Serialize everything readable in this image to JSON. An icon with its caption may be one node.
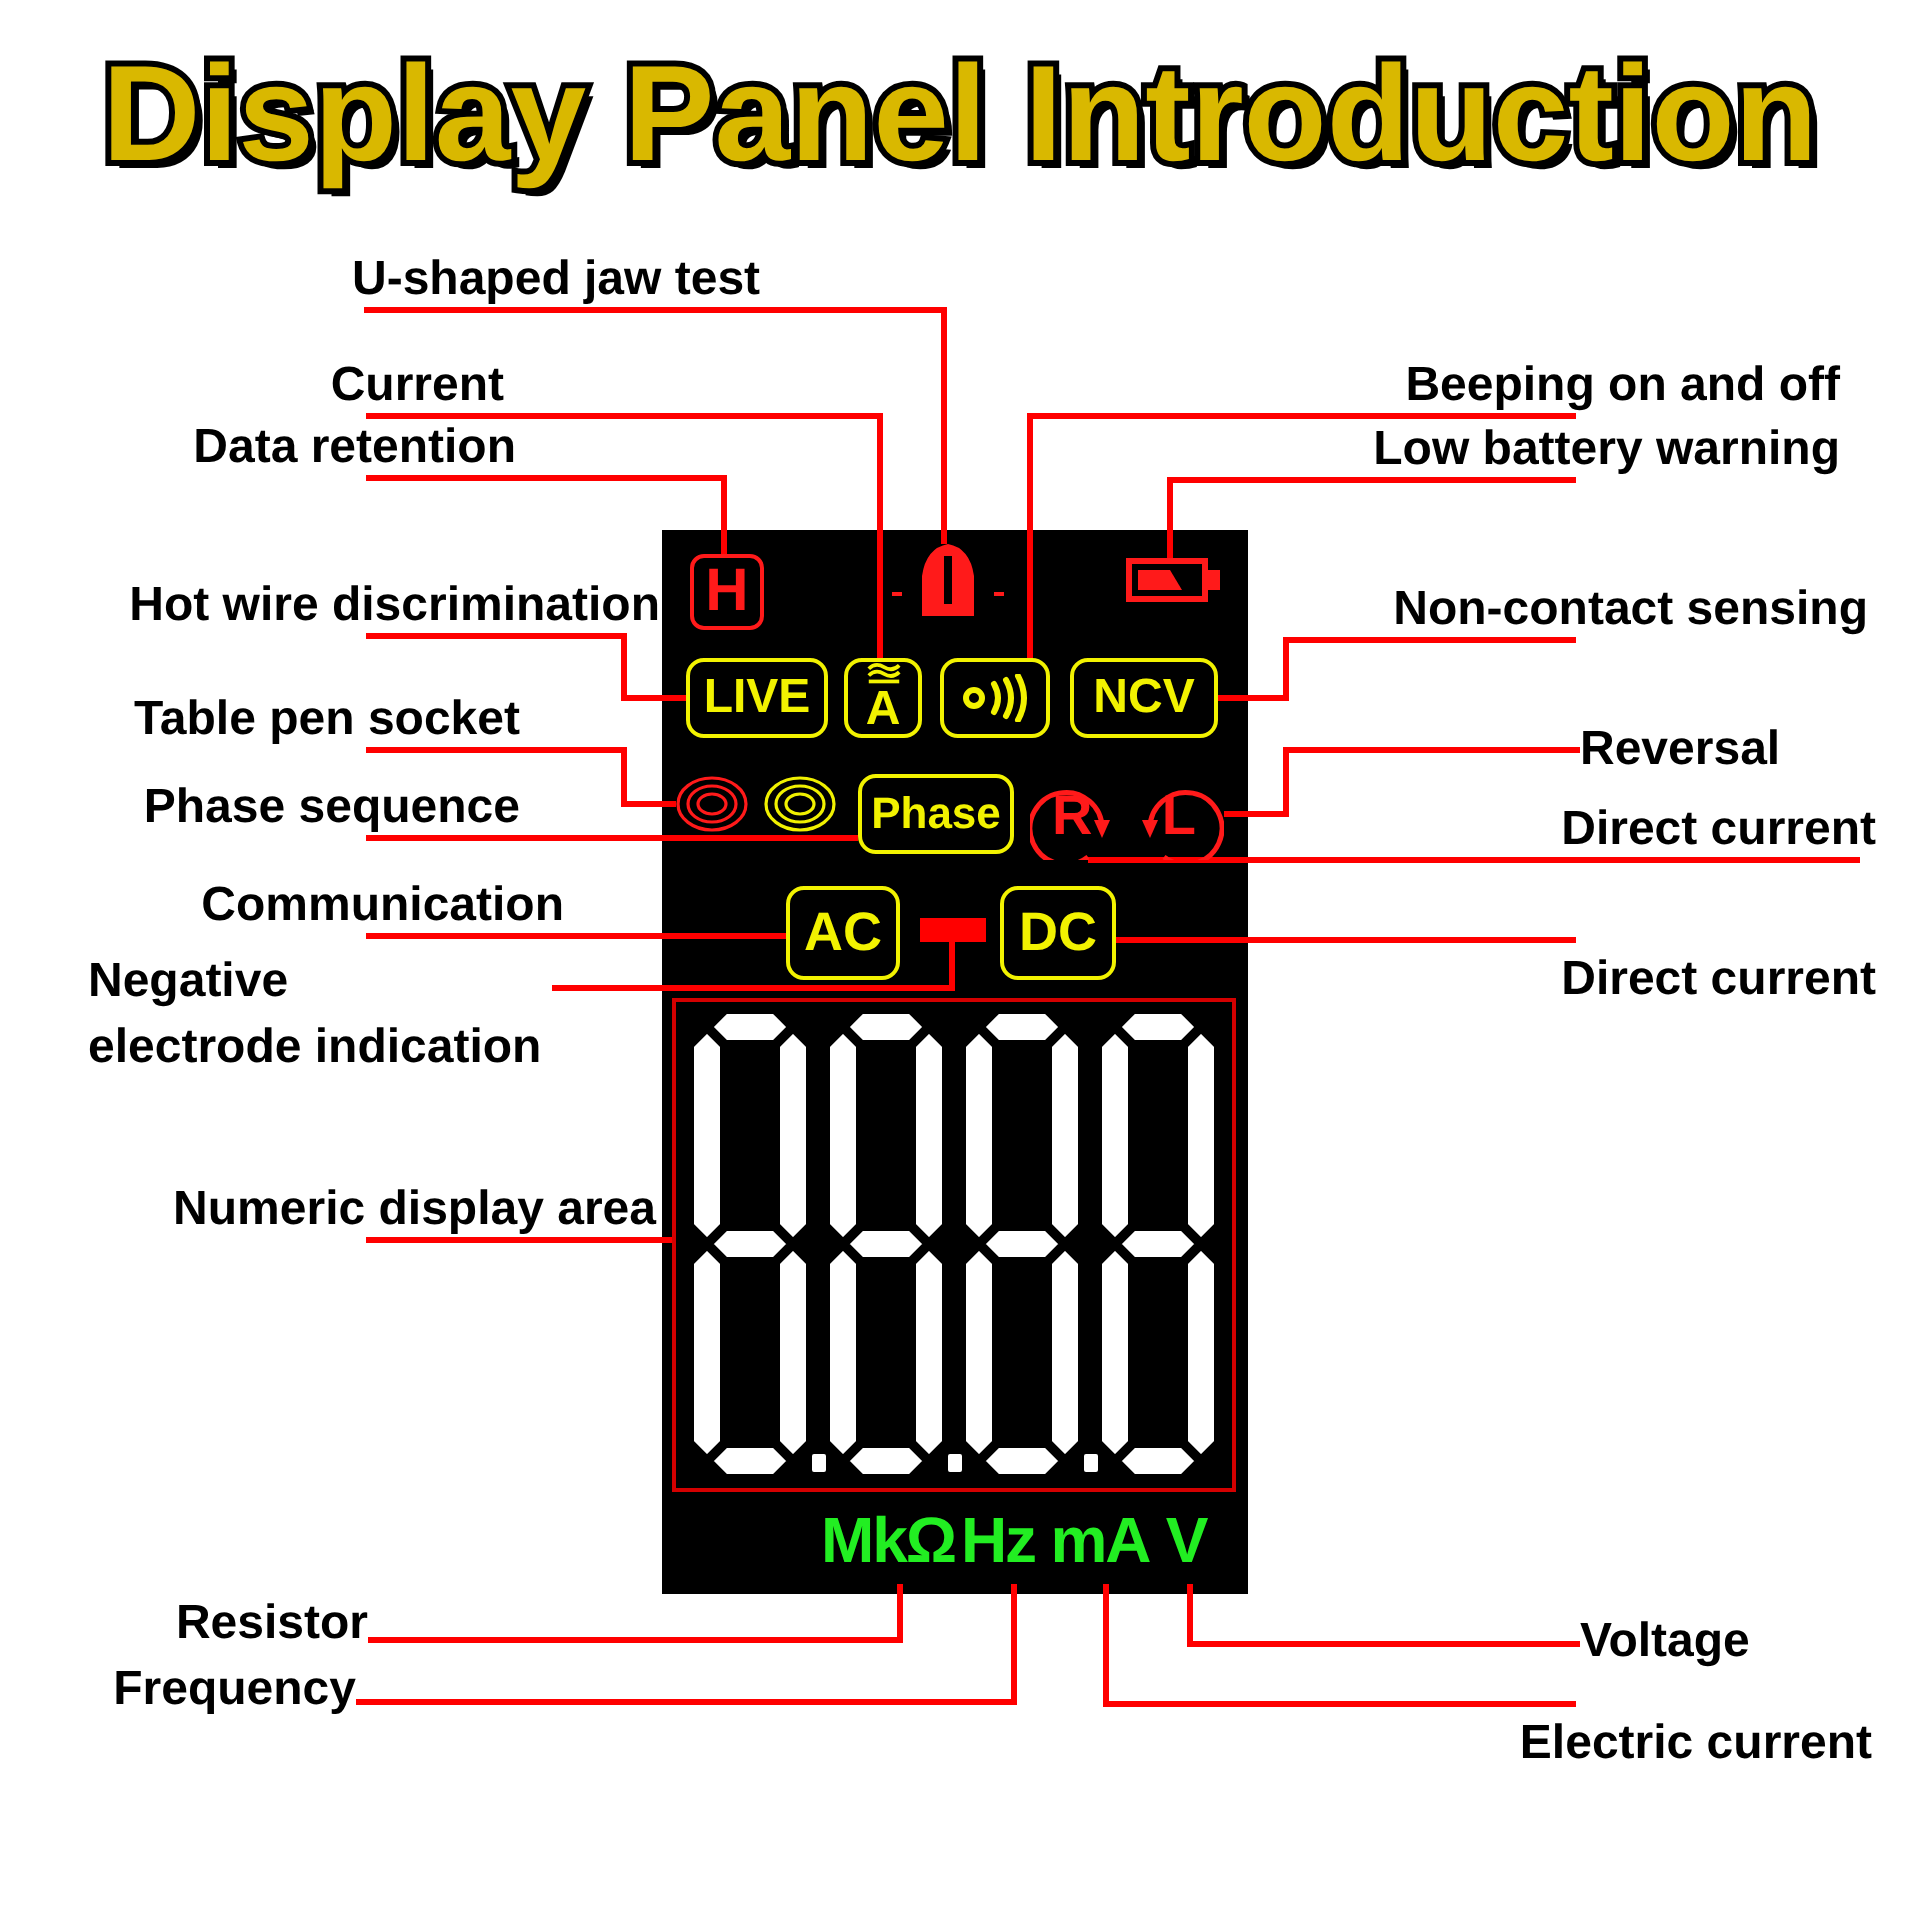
{
  "diagram": {
    "title": "Display Panel Introduction",
    "nodes": [
      {
        "text": [
          "U-shaped jaw test"
        ]
      },
      {
        "text": [
          "Beeping on and off"
        ]
      },
      {
        "text": [
          "Current"
        ]
      },
      {
        "text": [
          "Data retention"
        ]
      },
      {
        "text": [
          "Low battery warning"
        ]
      },
      {
        "text": [
          "H"
        ]
      },
      {
        "text": [],
        "shape": "picture"
      },
      {
        "text": [],
        "shape": "picture"
      },
      {
        "text": [
          "Hot wire discrimination"
        ]
      },
      {
        "text": [
          "Non-contact sensing"
        ]
      },
      {
        "text": [
          "LIVE"
        ]
      },
      {
        "text": [
          "A"
        ]
      },
      {
        "text": [],
        "shape": "picture"
      },
      {
        "text": [
          "NCV"
        ]
      },
      {
        "text": [
          "Table pen socket"
        ]
      },
      {
        "text": [
          "Reversal"
        ]
      },
      {
        "text": [],
        "shape": "circle"
      },
      {
        "text": [],
        "shape": "circle"
      },
      {
        "text": [
          "Phase"
        ]
      },
      {
        "text": [
          "R",
          "L"
        ]
      },
      {
        "text": [
          "Phase sequence"
        ]
      },
      {
        "text": [
          "Direct current"
        ]
      },
      {
        "text": [
          "Communication"
        ]
      },
      {
        "text": [
          "AC"
        ]
      },
      {
        "text": [],
        "shape": "bar"
      },
      {
        "text": [
          "DC"
        ]
      },
      {
        "text": [
          "Direct current"
        ]
      },
      {
        "text": [
          "Negative electrode indication"
        ]
      },
      {
        "text": [
          "Numeric display area"
        ]
      },
      {
        "text": [],
        "shape": "box"
      },
      {
        "text": [
          "MkΩ"
        ]
      },
      {
        "text": [
          "Hz"
        ]
      },
      {
        "text": [
          "mA"
        ]
      },
      {
        "text": [
          "V"
        ]
      },
      {
        "text": [
          "Resistor"
        ]
      },
      {
        "text": [
          "Voltage"
        ]
      },
      {
        "text": [
          "Frequency"
        ]
      },
      {
        "text": [
          "Electric current"
        ]
      }
    ],
    "edges": [
      {
        "from": 0,
        "to": 6,
        "arrow": "none"
      },
      {
        "from": 1,
        "to": 12,
        "arrow": "none"
      },
      {
        "from": 2,
        "to": 11,
        "arrow": "none"
      },
      {
        "from": 3,
        "to": 5,
        "arrow": "none"
      },
      {
        "from": 4,
        "to": 7,
        "arrow": "none"
      },
      {
        "from": 8,
        "to": 10,
        "arrow": "none"
      },
      {
        "from": 9,
        "to": 13,
        "arrow": "none"
      },
      {
        "from": 14,
        "to": 16,
        "arrow": "none"
      },
      {
        "from": 15,
        "to": 19,
        "arrow": "none"
      },
      {
        "from": 20,
        "to": 18,
        "arrow": "none"
      },
      {
        "from": 21,
        "to": 19,
        "arrow": "none"
      },
      {
        "from": 22,
        "to": 23,
        "arrow": "none"
      },
      {
        "from": 26,
        "to": 25,
        "arrow": "none"
      },
      {
        "from": 27,
        "to": 24,
        "arrow": "none"
      },
      {
        "from": 28,
        "to": 29,
        "arrow": "none"
      },
      {
        "from": 34,
        "to": 30,
        "arrow": "none"
      },
      {
        "from": 36,
        "to": 31,
        "arrow": "none"
      },
      {
        "from": 37,
        "to": 32,
        "arrow": "none"
      },
      {
        "from": 35,
        "to": 33,
        "arrow": "none"
      }
    ]
  }
}
